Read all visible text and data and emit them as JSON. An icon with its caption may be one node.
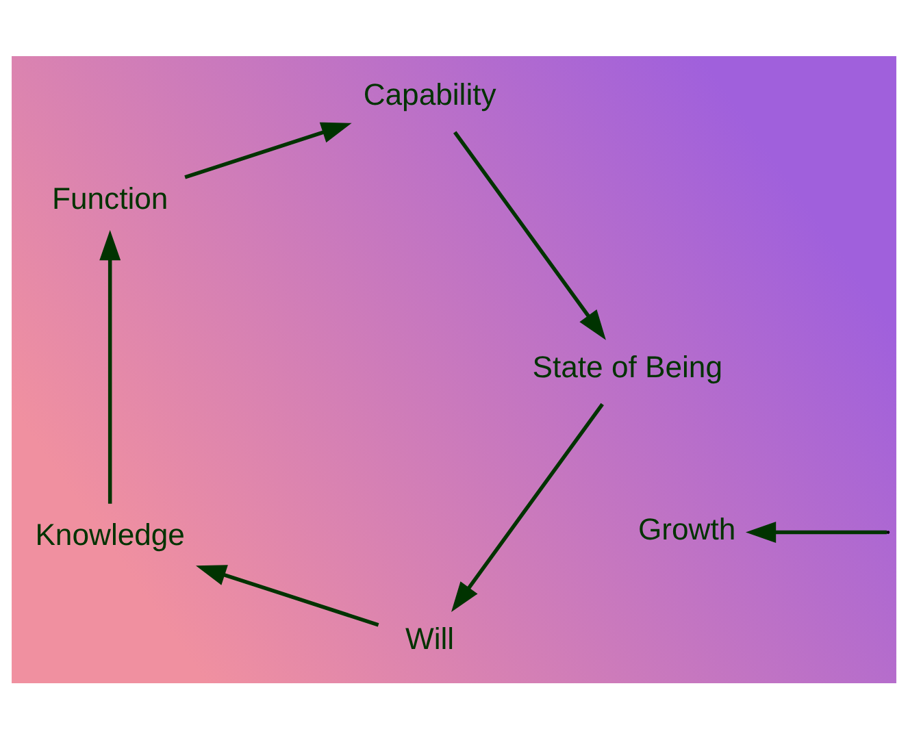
{
  "diagram": {
    "nodes": [
      {
        "text": [
          "Will"
        ]
      },
      {
        "text": [
          "Capability"
        ]
      },
      {
        "text": [
          "Growth"
        ]
      },
      {
        "text": [
          "Knowledge"
        ]
      },
      {
        "text": [
          "State of Being"
        ]
      },
      {
        "text": [
          "Function"
        ]
      }
    ],
    "edges": [
      {
        "from": 0,
        "to": 3,
        "arrow": "to"
      },
      {
        "from": 3,
        "to": 5,
        "arrow": "to"
      },
      {
        "from": 5,
        "to": 1,
        "arrow": "to"
      },
      {
        "from": 1,
        "to": 4,
        "arrow": "to"
      },
      {
        "from": 4,
        "to": 0,
        "arrow": "to"
      },
      {
        "from": null,
        "to": 2,
        "arrow": "to"
      }
    ]
  }
}
